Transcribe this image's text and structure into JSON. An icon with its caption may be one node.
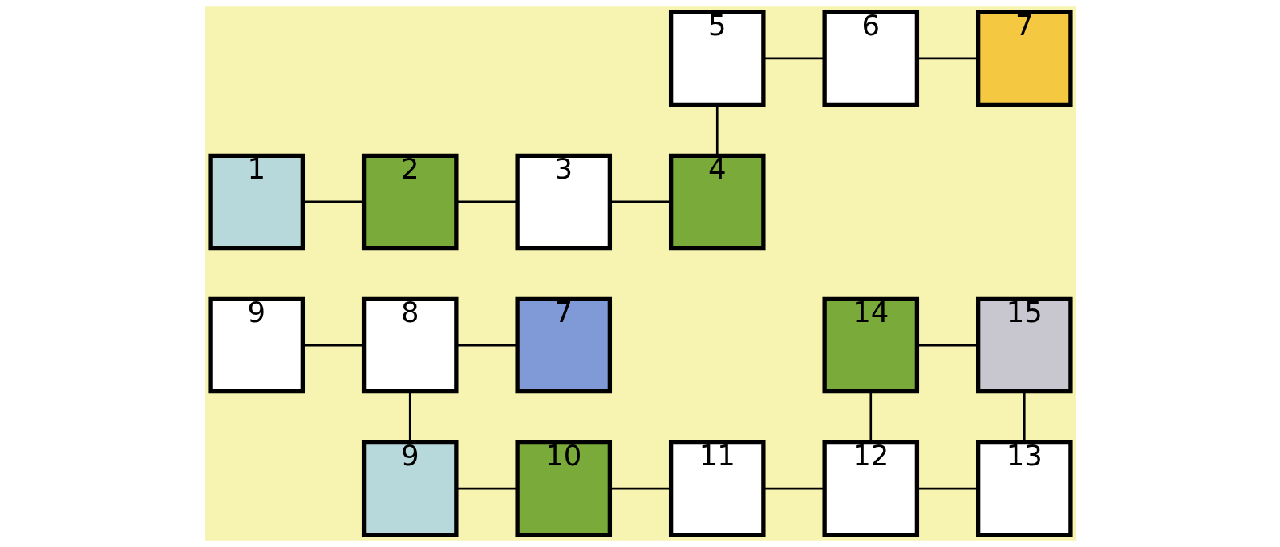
{
  "diagram": {
    "nodes": [
      {
        "text": [
          "5"
        ]
      },
      {
        "text": [
          "6"
        ]
      },
      {
        "text": [
          "7"
        ]
      },
      {
        "text": [
          "1"
        ]
      },
      {
        "text": [
          "2"
        ]
      },
      {
        "text": [
          "3"
        ]
      },
      {
        "text": [
          "4"
        ]
      },
      {
        "text": [
          "9"
        ]
      },
      {
        "text": [
          "8"
        ]
      },
      {
        "text": [
          "7"
        ]
      },
      {
        "text": [
          "14"
        ]
      },
      {
        "text": [
          "15"
        ]
      },
      {
        "text": [
          "9"
        ]
      },
      {
        "text": [
          "10"
        ]
      },
      {
        "text": [
          "11"
        ]
      },
      {
        "text": [
          "12"
        ]
      },
      {
        "text": [
          "13"
        ]
      }
    ],
    "edges": [
      {
        "from": 0,
        "to": 1,
        "arrow": "none"
      },
      {
        "from": 1,
        "to": 2,
        "arrow": "none"
      },
      {
        "from": 0,
        "to": 6,
        "arrow": "none"
      },
      {
        "from": 3,
        "to": 4,
        "arrow": "none"
      },
      {
        "from": 4,
        "to": 5,
        "arrow": "none"
      },
      {
        "from": 5,
        "to": 6,
        "arrow": "none"
      },
      {
        "from": 7,
        "to": 8,
        "arrow": "none"
      },
      {
        "from": 8,
        "to": 9,
        "arrow": "none"
      },
      {
        "from": 10,
        "to": 11,
        "arrow": "none"
      },
      {
        "from": 8,
        "to": 12,
        "arrow": "none"
      },
      {
        "from": 10,
        "to": 15,
        "arrow": "none"
      },
      {
        "from": 11,
        "to": 16,
        "arrow": "none"
      },
      {
        "from": 12,
        "to": 13,
        "arrow": "none"
      },
      {
        "from": 13,
        "to": 14,
        "arrow": "none"
      },
      {
        "from": 14,
        "to": 15,
        "arrow": "none"
      },
      {
        "from": 15,
        "to": 16,
        "arrow": "none"
      }
    ]
  }
}
